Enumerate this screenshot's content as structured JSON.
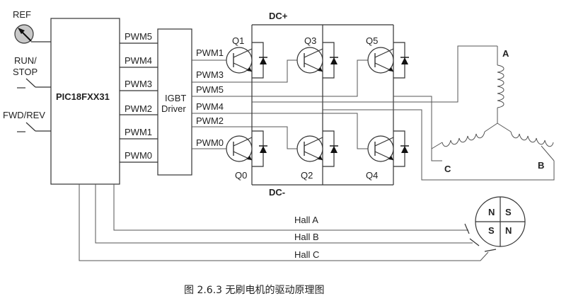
{
  "diagram": {
    "inputs": {
      "ref": "REF",
      "run_stop": "RUN/\nSTOP",
      "run_line1": "RUN/",
      "run_line2": "STOP",
      "fwd_rev": "FWD/REV"
    },
    "mcu": {
      "label": "PIC18FXX31"
    },
    "mcu_outputs": [
      "PWM5",
      "PWM4",
      "PWM3",
      "PWM2",
      "PWM1",
      "PWM0"
    ],
    "driver": {
      "line1": "IGBT",
      "line2": "Driver"
    },
    "driver_outputs": [
      "PWM1",
      "PWM3",
      "PWM5",
      "PWM4",
      "PWM2",
      "PWM0"
    ],
    "rails": {
      "positive": "DC+",
      "negative": "DC-"
    },
    "transistors": {
      "upper": [
        "Q1",
        "Q3",
        "Q5"
      ],
      "lower": [
        "Q0",
        "Q2",
        "Q4"
      ]
    },
    "motor": {
      "phases": [
        "A",
        "B",
        "C"
      ]
    },
    "rotor": {
      "poles": [
        "N",
        "S",
        "S",
        "N"
      ]
    },
    "hall_sensors": [
      "Hall A",
      "Hall B",
      "Hall C"
    ]
  },
  "caption": "图  2.6.3   无刷电机的驱动原理图"
}
